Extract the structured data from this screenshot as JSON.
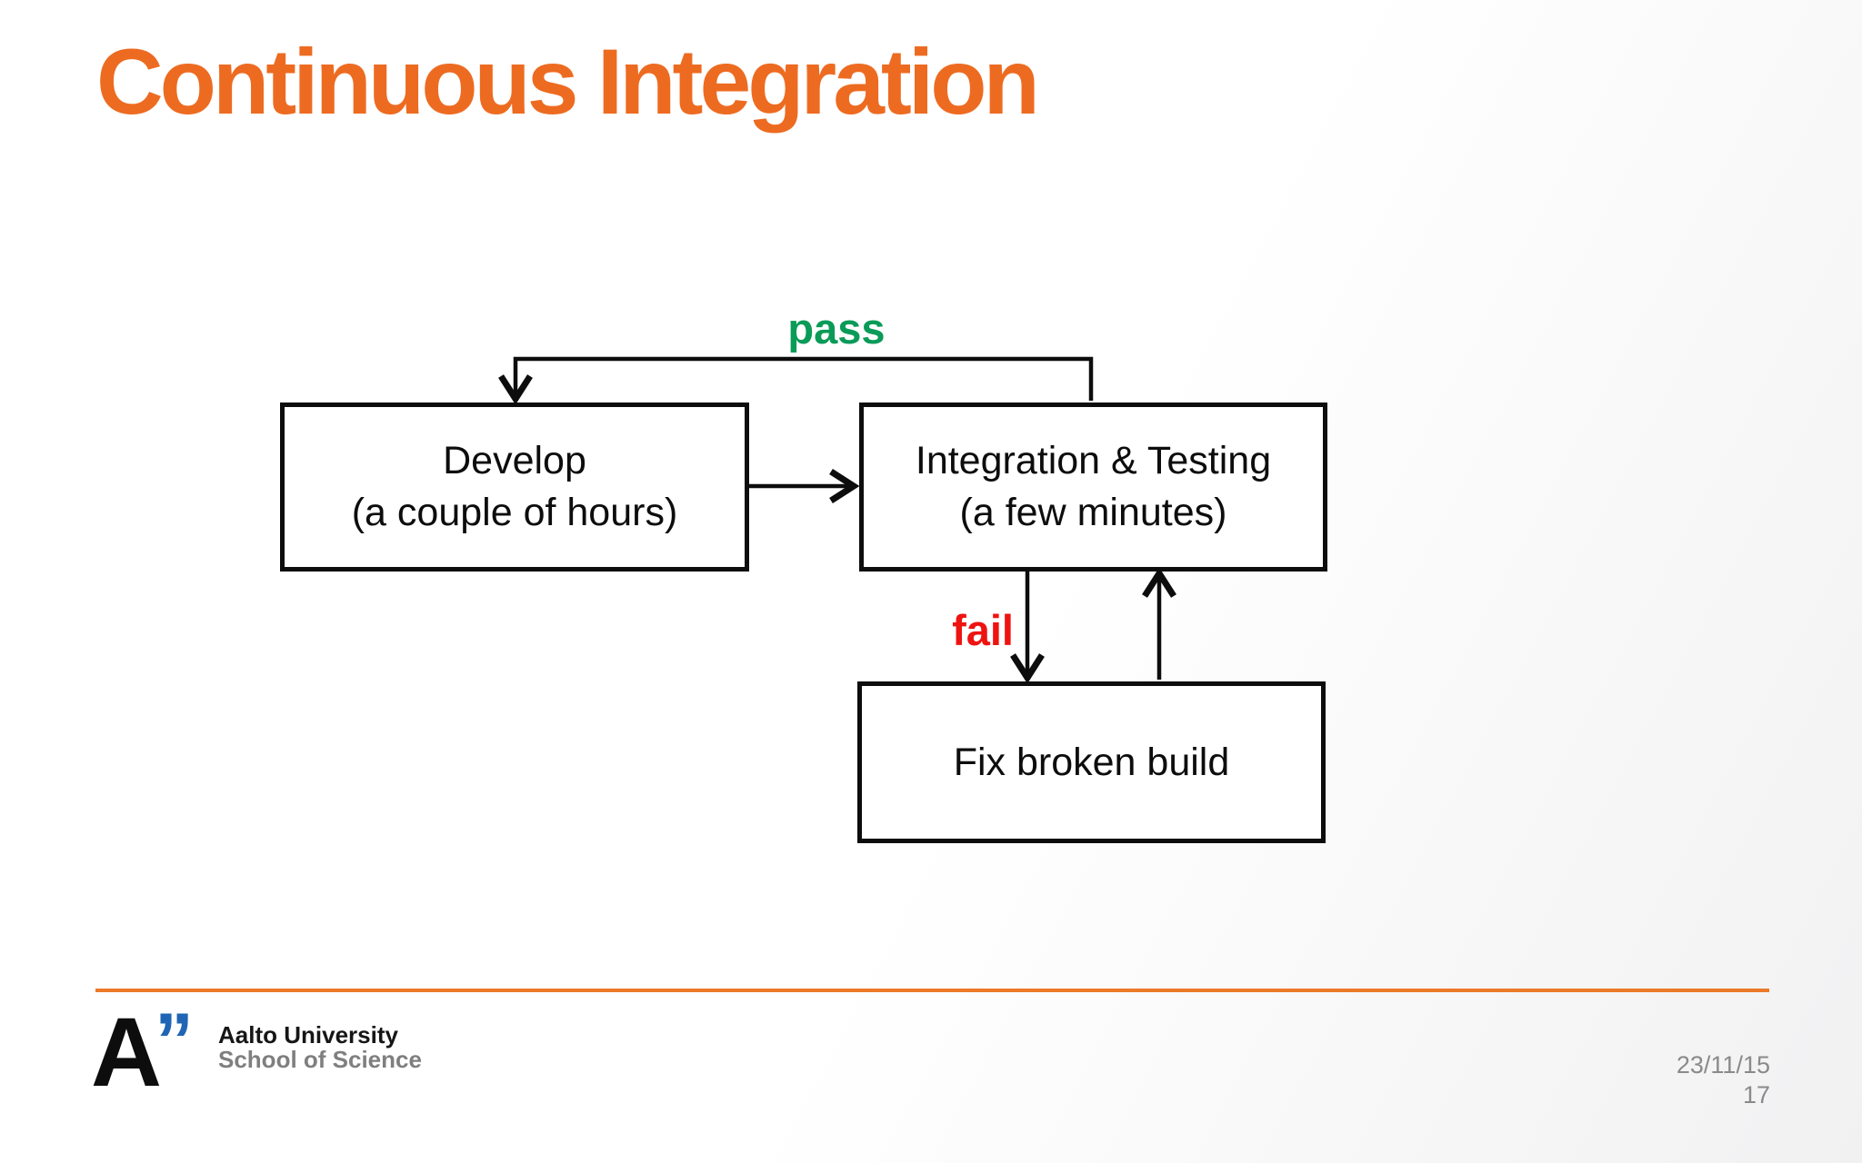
{
  "slide": {
    "title": "Continuous Integration",
    "date": "23/11/15",
    "page_number": "17"
  },
  "diagram": {
    "pass_label": "pass",
    "fail_label": "fail",
    "nodes": [
      {
        "id": "develop",
        "line1": "Develop",
        "line2": "(a couple of hours)"
      },
      {
        "id": "integration",
        "line1": "Integration & Testing",
        "line2": "(a few minutes)"
      },
      {
        "id": "fix",
        "line1": "Fix broken build"
      }
    ],
    "edges": [
      {
        "from": "develop",
        "to": "integration",
        "label": ""
      },
      {
        "from": "integration",
        "to": "develop",
        "label": "pass"
      },
      {
        "from": "integration",
        "to": "fix",
        "label": "fail"
      },
      {
        "from": "fix",
        "to": "integration",
        "label": ""
      }
    ]
  },
  "footer": {
    "logo_letter": "A",
    "logo_quote": "”",
    "org_line1": "Aalto University",
    "org_line2": "School of Science"
  },
  "colors": {
    "title_orange": "#ED6B21",
    "rule_orange": "#EC7A28",
    "pass_green": "#0A9B58",
    "fail_red": "#EE1310",
    "logo_blue": "#2065B5",
    "gray_text": "#8A8A8A"
  }
}
